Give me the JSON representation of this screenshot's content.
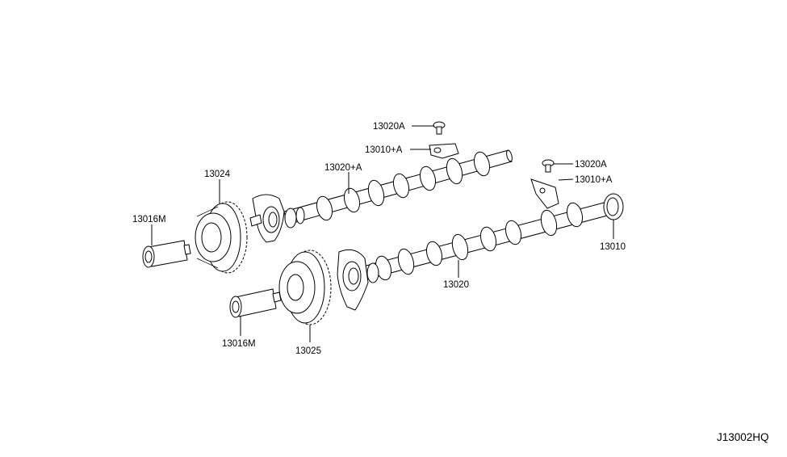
{
  "diagram_code": "J13002HQ",
  "callouts": [
    {
      "id": "c1",
      "text": "13020A"
    },
    {
      "id": "c2",
      "text": "13010+A"
    },
    {
      "id": "c3",
      "text": "13020+A"
    },
    {
      "id": "c4",
      "text": "13024"
    },
    {
      "id": "c5",
      "text": "13016M"
    },
    {
      "id": "c6",
      "text": "13020A"
    },
    {
      "id": "c7",
      "text": "13010+A"
    },
    {
      "id": "c8",
      "text": "13010"
    },
    {
      "id": "c9",
      "text": "13020"
    },
    {
      "id": "c10",
      "text": "13016M"
    },
    {
      "id": "c11",
      "text": "13025"
    }
  ]
}
